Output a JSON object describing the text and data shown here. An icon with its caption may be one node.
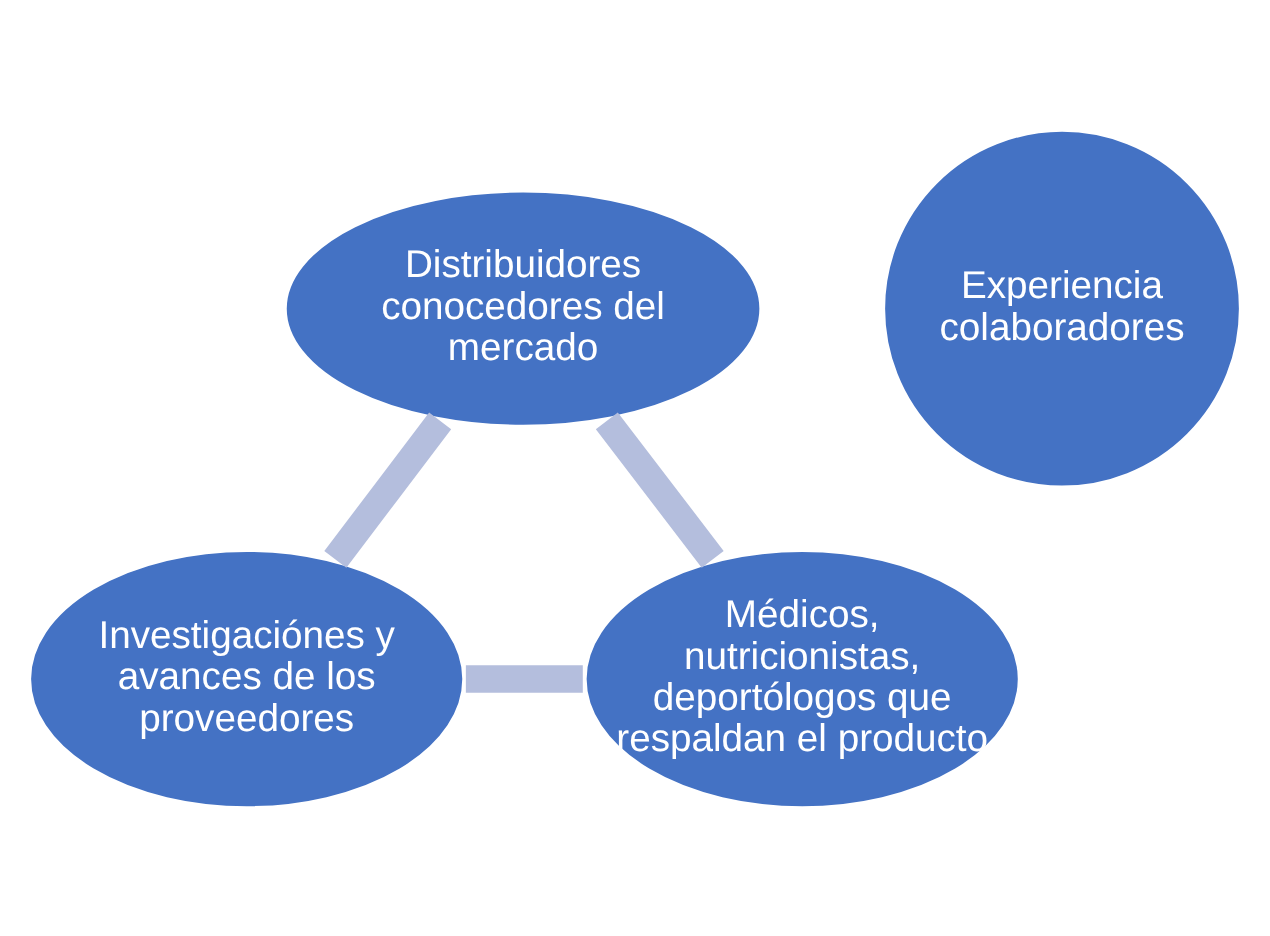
{
  "diagram": {
    "nodes": [
      {
        "text": [
          "Distribuidores conocedores del mercado"
        ]
      },
      {
        "text": [
          "Experiencia colaboradores"
        ]
      },
      {
        "text": [
          "Médicos, nutricionistas, deportólogos que respaldan el producto"
        ]
      },
      {
        "text": [
          "Investigaciónes y avances de los proveedores"
        ]
      }
    ],
    "edges": [
      {
        "from": 0,
        "to": 3,
        "arrow": "none"
      },
      {
        "from": 3,
        "to": 2,
        "arrow": "none"
      },
      {
        "from": 2,
        "to": 0,
        "arrow": "none"
      }
    ]
  }
}
